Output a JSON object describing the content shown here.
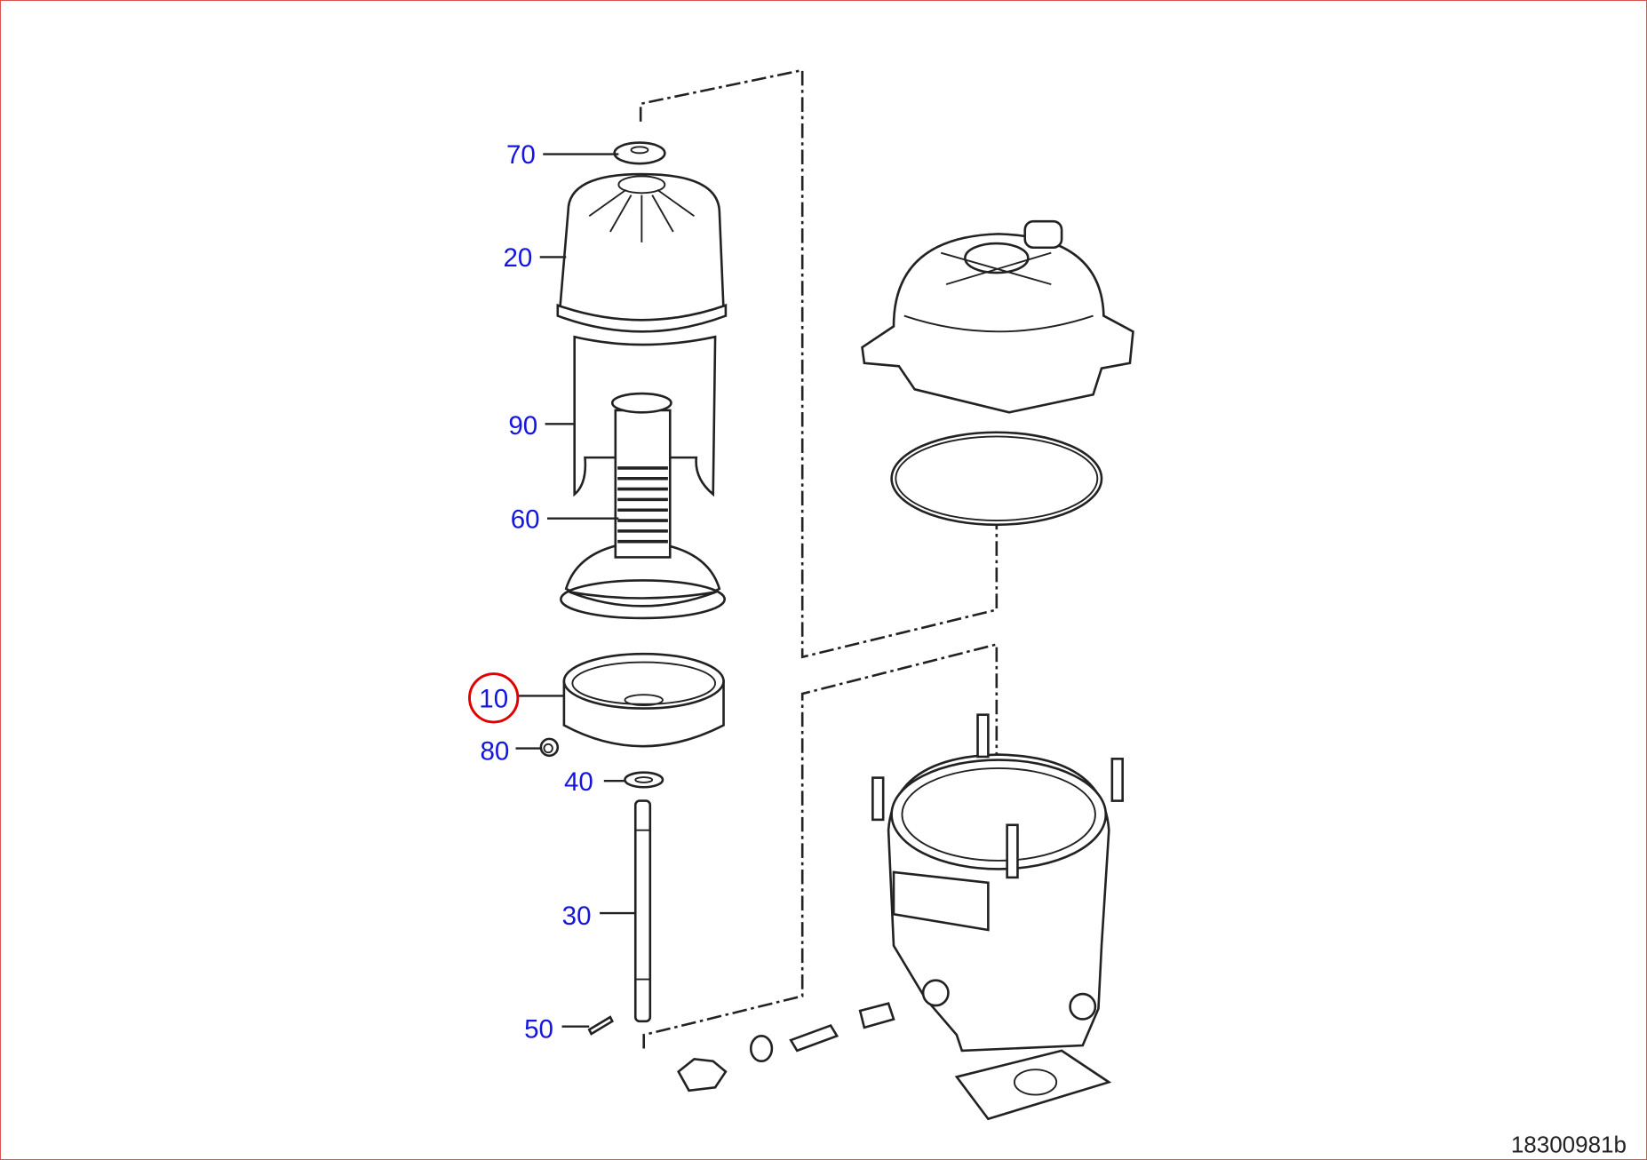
{
  "diagram": {
    "callouts": [
      {
        "id": "70",
        "label": "70",
        "highlighted": false
      },
      {
        "id": "20",
        "label": "20",
        "highlighted": false
      },
      {
        "id": "90",
        "label": "90",
        "highlighted": false
      },
      {
        "id": "60",
        "label": "60",
        "highlighted": false
      },
      {
        "id": "10",
        "label": "10",
        "highlighted": true
      },
      {
        "id": "80",
        "label": "80",
        "highlighted": false
      },
      {
        "id": "40",
        "label": "40",
        "highlighted": false
      },
      {
        "id": "30",
        "label": "30",
        "highlighted": false
      },
      {
        "id": "50",
        "label": "50",
        "highlighted": false
      }
    ],
    "reference_number": "18300981b",
    "colors": {
      "callout": "#1515e0",
      "highlight": "#e00000",
      "border": "#d9534f"
    }
  }
}
